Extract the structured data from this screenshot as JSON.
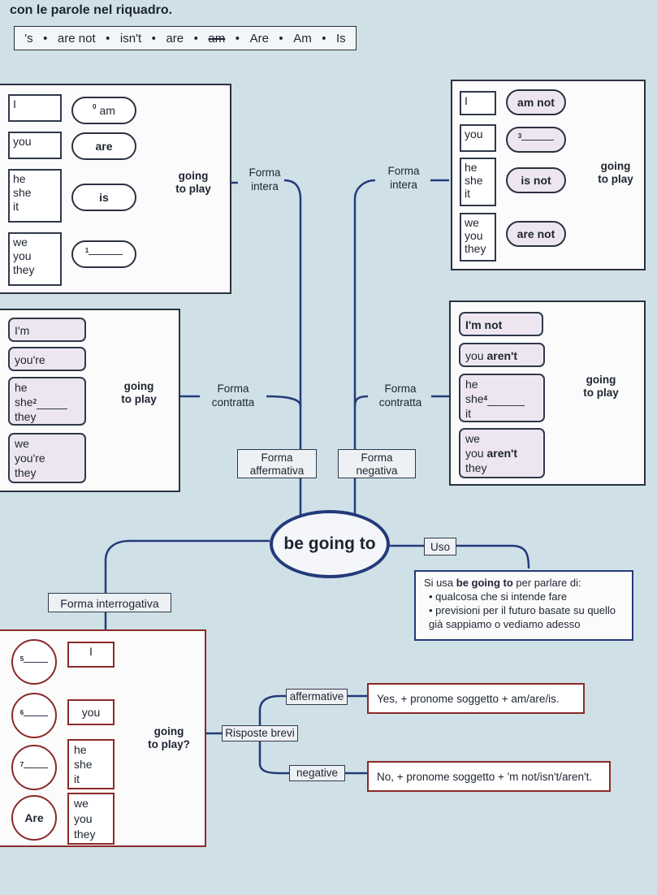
{
  "title": "con le parole nel riquadro.",
  "word_bank": [
    "'s",
    "•",
    "are not",
    "•",
    "isn't",
    "•",
    "are",
    "•",
    "am",
    "•",
    "Are",
    "•",
    "Am",
    "•",
    "Is"
  ],
  "aff_full": {
    "subjects": [
      "I",
      "you",
      "he",
      "she",
      "it",
      "we",
      "you",
      "they"
    ],
    "pill_am": "am",
    "pill_are": "are",
    "pill_is": "is",
    "num_0": "0",
    "num_1": "1",
    "going": "going",
    "to_play": "to play",
    "label_l1": "Forma",
    "label_l2": "intera"
  },
  "neg_full": {
    "subjects": [
      "I",
      "you",
      "he",
      "she",
      "it",
      "we",
      "you",
      "they"
    ],
    "pill_am_not": "am not",
    "pill_is_not": "is not",
    "pill_are_not": "are not",
    "num_3": "3",
    "going": "going",
    "to_play": "to play",
    "label_l1": "Forma",
    "label_l2": "intera"
  },
  "aff_short": {
    "items": [
      "I'm",
      "you're",
      "he",
      "she",
      "they",
      "we",
      "you're",
      "they"
    ],
    "num_2": "2",
    "going": "going",
    "to_play": "to play",
    "label_l1": "Forma",
    "label_l2": "contratta"
  },
  "neg_short": {
    "im_not": "I'm not",
    "you": "you",
    "arent": "aren't",
    "he": "he",
    "she": "she",
    "it": "it",
    "we": "we",
    "they": "they",
    "num_4": "4",
    "going": "going",
    "to_play": "to play",
    "label_l1": "Forma",
    "label_l2": "contratta"
  },
  "branch": {
    "aff_l1": "Forma",
    "aff_l2": "affermativa",
    "neg_l1": "Forma",
    "neg_l2": "negativa"
  },
  "center": "be going to",
  "uso": {
    "label": "Uso",
    "intro_pre": "Si usa ",
    "intro_bold": "be going to",
    "intro_post": " per parlare di:",
    "bullets": [
      "qualcosa che si intende fare",
      "previsioni per il futuro basate su quello già sappiamo o vediamo adesso"
    ]
  },
  "interrog": {
    "label": "Forma interrogativa",
    "num_5": "5",
    "num_6": "6",
    "num_7": "7",
    "pill_are": "Are",
    "subjects": [
      "I",
      "you",
      "he",
      "she",
      "it",
      "we",
      "you",
      "they"
    ],
    "going": "going",
    "to_play": "to play?"
  },
  "short_answers": {
    "label": "Risposte brevi",
    "affermative": "affermative",
    "negative": "negative",
    "yes": "Yes, + pronome soggetto + am/are/is.",
    "no": "No, + pronome soggetto + 'm not/isn't/aren't."
  },
  "colors": {
    "navy": "#233a7a",
    "dark": "#2b3140",
    "red": "#8a2a2a",
    "lilac": "#ede6f1",
    "bg": "#cfe1e7"
  }
}
